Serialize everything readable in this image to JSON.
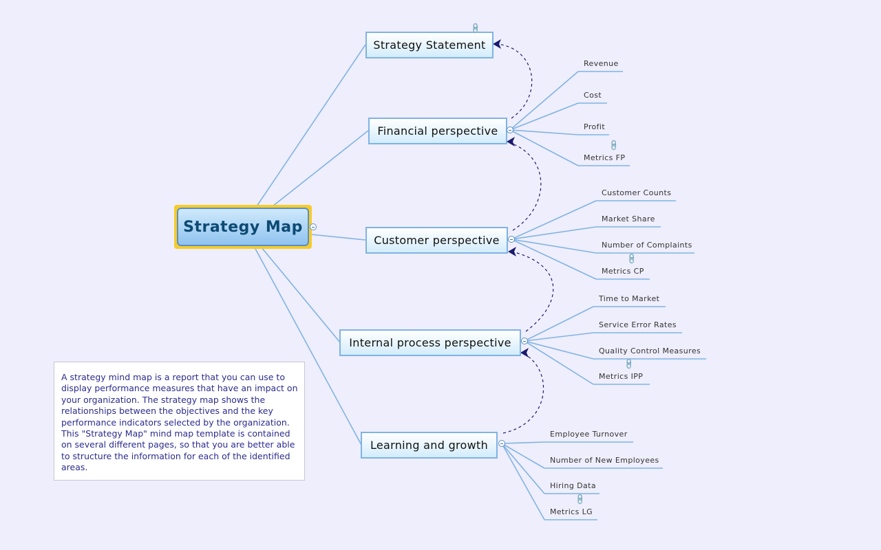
{
  "root": {
    "label": "Strategy Map"
  },
  "topics": [
    {
      "id": "strategy-statement",
      "label": "Strategy Statement",
      "has_link": true,
      "children": []
    },
    {
      "id": "financial",
      "label": "Financial perspective",
      "has_link": false,
      "children": [
        {
          "label": "Revenue",
          "has_link": false
        },
        {
          "label": "Cost",
          "has_link": false
        },
        {
          "label": "Profit",
          "has_link": false
        },
        {
          "label": "Metrics FP",
          "has_link": true
        }
      ]
    },
    {
      "id": "customer",
      "label": "Customer perspective",
      "has_link": false,
      "children": [
        {
          "label": "Customer Counts",
          "has_link": false
        },
        {
          "label": "Market Share",
          "has_link": false
        },
        {
          "label": "Number of Complaints",
          "has_link": false
        },
        {
          "label": "Metrics CP",
          "has_link": true
        }
      ]
    },
    {
      "id": "internal",
      "label": "Internal process perspective",
      "has_link": false,
      "children": [
        {
          "label": "Time to Market",
          "has_link": false
        },
        {
          "label": "Service Error Rates",
          "has_link": false
        },
        {
          "label": "Quality Control Measures",
          "has_link": false
        },
        {
          "label": "Metrics IPP",
          "has_link": true
        }
      ]
    },
    {
      "id": "learning",
      "label": "Learning and growth",
      "has_link": false,
      "children": [
        {
          "label": "Employee Turnover",
          "has_link": false
        },
        {
          "label": "Number of New Employees",
          "has_link": false
        },
        {
          "label": "Hiring Data",
          "has_link": false
        },
        {
          "label": "Metrics LG",
          "has_link": true
        }
      ]
    }
  ],
  "relationships": [
    {
      "from": "financial",
      "to": "strategy-statement"
    },
    {
      "from": "customer",
      "to": "financial"
    },
    {
      "from": "internal",
      "to": "customer"
    },
    {
      "from": "learning",
      "to": "internal"
    }
  ],
  "note": {
    "text": "A strategy mind map is a report that you can use to display performance measures that have an impact on your organization. The strategy map shows the relationships between the objectives and the key performance indicators selected by the organization. This \"Strategy Map\" mind map template is contained on several different pages, so that you are better able to structure the information for each of the identified areas."
  },
  "colors": {
    "background": "#efeefc",
    "branch_line": "#7fb3e3",
    "relationship_line": "#1a1a6e",
    "root_border": "#f6cc2a",
    "root_text": "#0d4a73",
    "note_text": "#2b2b8f"
  }
}
